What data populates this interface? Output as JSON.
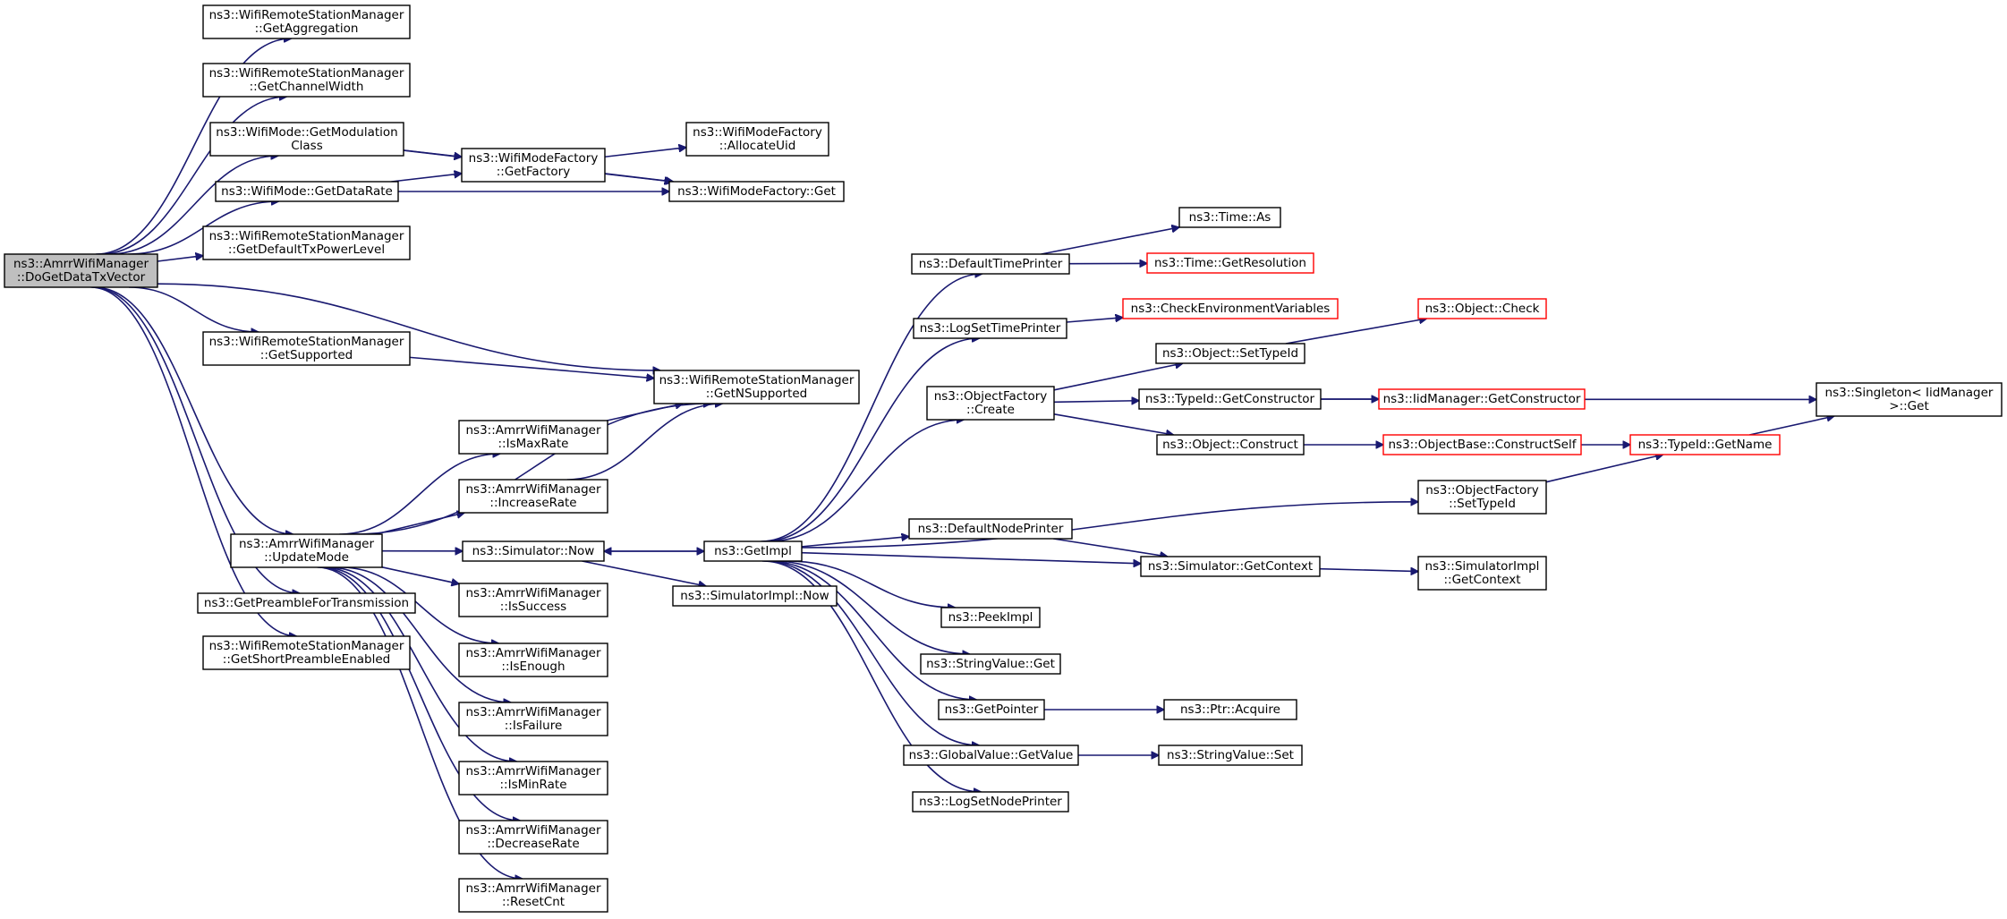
{
  "colors": {
    "edge": "#191970",
    "node_border": "#000000",
    "truncated_border": "#ff0000",
    "root_fill": "#bfbfbf",
    "node_fill": "#ffffff"
  },
  "nodes": {
    "doGetDataTxVector": {
      "lines": [
        "ns3::AmrrWifiManager",
        "::DoGetDataTxVector"
      ],
      "style": "root"
    },
    "getAggregation": {
      "lines": [
        "ns3::WifiRemoteStationManager",
        "::GetAggregation"
      ]
    },
    "getChannelWidth": {
      "lines": [
        "ns3::WifiRemoteStationManager",
        "::GetChannelWidth"
      ]
    },
    "getModulationClass": {
      "lines": [
        "ns3::WifiMode::GetModulation",
        "Class"
      ]
    },
    "getDataRate": {
      "lines": [
        "ns3::WifiMode::GetDataRate"
      ]
    },
    "getDefaultTxPowerLevel": {
      "lines": [
        "ns3::WifiRemoteStationManager",
        "::GetDefaultTxPowerLevel"
      ]
    },
    "getSupported": {
      "lines": [
        "ns3::WifiRemoteStationManager",
        "::GetSupported"
      ]
    },
    "updateMode": {
      "lines": [
        "ns3::AmrrWifiManager",
        "::UpdateMode"
      ]
    },
    "getPreamble": {
      "lines": [
        "ns3::GetPreambleForTransmission"
      ]
    },
    "getShortPreamble": {
      "lines": [
        "ns3::WifiRemoteStationManager",
        "::GetShortPreambleEnabled"
      ]
    },
    "getFactory": {
      "lines": [
        "ns3::WifiModeFactory",
        "::GetFactory"
      ]
    },
    "allocateUid": {
      "lines": [
        "ns3::WifiModeFactory",
        "::AllocateUid"
      ]
    },
    "wifiModeFactoryGet": {
      "lines": [
        "ns3::WifiModeFactory::Get"
      ]
    },
    "getNSupported": {
      "lines": [
        "ns3::WifiRemoteStationManager",
        "::GetNSupported"
      ]
    },
    "isMaxRate": {
      "lines": [
        "ns3::AmrrWifiManager",
        "::IsMaxRate"
      ]
    },
    "increaseRate": {
      "lines": [
        "ns3::AmrrWifiManager",
        "::IncreaseRate"
      ]
    },
    "simulatorNow": {
      "lines": [
        "ns3::Simulator::Now"
      ]
    },
    "isSuccess": {
      "lines": [
        "ns3::AmrrWifiManager",
        "::IsSuccess"
      ]
    },
    "isEnough": {
      "lines": [
        "ns3::AmrrWifiManager",
        "::IsEnough"
      ]
    },
    "isFailure": {
      "lines": [
        "ns3::AmrrWifiManager",
        "::IsFailure"
      ]
    },
    "isMinRate": {
      "lines": [
        "ns3::AmrrWifiManager",
        "::IsMinRate"
      ]
    },
    "decreaseRate": {
      "lines": [
        "ns3::AmrrWifiManager",
        "::DecreaseRate"
      ]
    },
    "resetCnt": {
      "lines": [
        "ns3::AmrrWifiManager",
        "::ResetCnt"
      ]
    },
    "getImpl": {
      "lines": [
        "ns3::GetImpl"
      ]
    },
    "simulatorImplNow": {
      "lines": [
        "ns3::SimulatorImpl::Now"
      ]
    },
    "defaultTimePrinter": {
      "lines": [
        "ns3::DefaultTimePrinter"
      ]
    },
    "logSetTimePrinter": {
      "lines": [
        "ns3::LogSetTimePrinter"
      ]
    },
    "objectFactoryCreate": {
      "lines": [
        "ns3::ObjectFactory",
        "::Create"
      ]
    },
    "defaultNodePrinter": {
      "lines": [
        "ns3::DefaultNodePrinter"
      ]
    },
    "peekImpl": {
      "lines": [
        "ns3::PeekImpl"
      ]
    },
    "stringValueGet": {
      "lines": [
        "ns3::StringValue::Get"
      ]
    },
    "getPointer": {
      "lines": [
        "ns3::GetPointer"
      ]
    },
    "globalValueGetValue": {
      "lines": [
        "ns3::GlobalValue::GetValue"
      ]
    },
    "logSetNodePrinter": {
      "lines": [
        "ns3::LogSetNodePrinter"
      ]
    },
    "timeAs": {
      "lines": [
        "ns3::Time::As"
      ]
    },
    "timeGetResolution": {
      "lines": [
        "ns3::Time::GetResolution"
      ],
      "style": "truncated"
    },
    "checkEnvVars": {
      "lines": [
        "ns3::CheckEnvironmentVariables"
      ],
      "style": "truncated"
    },
    "objectSetTypeId": {
      "lines": [
        "ns3::Object::SetTypeId"
      ]
    },
    "typeIdGetConstructor": {
      "lines": [
        "ns3::TypeId::GetConstructor"
      ]
    },
    "objectConstruct": {
      "lines": [
        "ns3::Object::Construct"
      ]
    },
    "objectFactorySetTypeId": {
      "lines": [
        "ns3::ObjectFactory",
        "::SetTypeId"
      ]
    },
    "simulatorGetContext": {
      "lines": [
        "ns3::Simulator::GetContext"
      ]
    },
    "ptrAcquire": {
      "lines": [
        "ns3::Ptr::Acquire"
      ]
    },
    "stringValueSet": {
      "lines": [
        "ns3::StringValue::Set"
      ]
    },
    "objectCheck": {
      "lines": [
        "ns3::Object::Check"
      ],
      "style": "truncated"
    },
    "iidGetConstructor": {
      "lines": [
        "ns3::IidManager::GetConstructor"
      ],
      "style": "truncated"
    },
    "objectBaseConstructSelf": {
      "lines": [
        "ns3::ObjectBase::ConstructSelf"
      ],
      "style": "truncated"
    },
    "typeIdGetName": {
      "lines": [
        "ns3::TypeId::GetName"
      ],
      "style": "truncated"
    },
    "simImplGetContext": {
      "lines": [
        "ns3::SimulatorImpl",
        "::GetContext"
      ]
    },
    "singletonGet": {
      "lines": [
        "ns3::Singleton< IidManager",
        " >::Get"
      ]
    }
  },
  "edges": [
    [
      "doGetDataTxVector",
      "getAggregation"
    ],
    [
      "doGetDataTxVector",
      "getChannelWidth"
    ],
    [
      "doGetDataTxVector",
      "getModulationClass"
    ],
    [
      "doGetDataTxVector",
      "getDataRate"
    ],
    [
      "doGetDataTxVector",
      "getDefaultTxPowerLevel"
    ],
    [
      "doGetDataTxVector",
      "getNSupported"
    ],
    [
      "doGetDataTxVector",
      "getSupported"
    ],
    [
      "doGetDataTxVector",
      "updateMode"
    ],
    [
      "doGetDataTxVector",
      "getPreamble"
    ],
    [
      "doGetDataTxVector",
      "getShortPreamble"
    ],
    [
      "getModulationClass",
      "getFactory"
    ],
    [
      "getModulationClass",
      "wifiModeFactoryGet"
    ],
    [
      "getDataRate",
      "getFactory"
    ],
    [
      "getDataRate",
      "wifiModeFactoryGet"
    ],
    [
      "getFactory",
      "allocateUid"
    ],
    [
      "getFactory",
      "wifiModeFactoryGet"
    ],
    [
      "getSupported",
      "getNSupported"
    ],
    [
      "updateMode",
      "getNSupported"
    ],
    [
      "updateMode",
      "isMaxRate"
    ],
    [
      "updateMode",
      "increaseRate"
    ],
    [
      "updateMode",
      "simulatorNow"
    ],
    [
      "updateMode",
      "isSuccess"
    ],
    [
      "updateMode",
      "isEnough"
    ],
    [
      "updateMode",
      "isFailure"
    ],
    [
      "updateMode",
      "isMinRate"
    ],
    [
      "updateMode",
      "decreaseRate"
    ],
    [
      "updateMode",
      "resetCnt"
    ],
    [
      "isMaxRate",
      "getNSupported"
    ],
    [
      "increaseRate",
      "getNSupported"
    ],
    [
      "simulatorNow",
      "getImpl"
    ],
    [
      "simulatorNow",
      "simulatorImplNow"
    ],
    [
      "getImpl",
      "simulatorNow"
    ],
    [
      "getImpl",
      "defaultTimePrinter"
    ],
    [
      "getImpl",
      "logSetTimePrinter"
    ],
    [
      "getImpl",
      "objectFactoryCreate"
    ],
    [
      "getImpl",
      "objectFactorySetTypeId"
    ],
    [
      "getImpl",
      "defaultNodePrinter"
    ],
    [
      "getImpl",
      "simulatorGetContext"
    ],
    [
      "getImpl",
      "peekImpl"
    ],
    [
      "getImpl",
      "stringValueGet"
    ],
    [
      "getImpl",
      "getPointer"
    ],
    [
      "getImpl",
      "globalValueGetValue"
    ],
    [
      "getImpl",
      "logSetNodePrinter"
    ],
    [
      "defaultTimePrinter",
      "timeAs"
    ],
    [
      "defaultTimePrinter",
      "timeGetResolution"
    ],
    [
      "logSetTimePrinter",
      "checkEnvVars"
    ],
    [
      "objectFactoryCreate",
      "objectSetTypeId"
    ],
    [
      "objectFactoryCreate",
      "typeIdGetConstructor"
    ],
    [
      "objectFactoryCreate",
      "objectConstruct"
    ],
    [
      "objectSetTypeId",
      "objectCheck"
    ],
    [
      "typeIdGetConstructor",
      "iidGetConstructor"
    ],
    [
      "typeIdGetConstructor",
      "singletonGet"
    ],
    [
      "objectConstruct",
      "objectBaseConstructSelf"
    ],
    [
      "objectBaseConstructSelf",
      "typeIdGetName"
    ],
    [
      "objectFactorySetTypeId",
      "typeIdGetName"
    ],
    [
      "typeIdGetName",
      "singletonGet"
    ],
    [
      "defaultNodePrinter",
      "simulatorGetContext"
    ],
    [
      "simulatorGetContext",
      "simImplGetContext"
    ],
    [
      "getPointer",
      "ptrAcquire"
    ],
    [
      "globalValueGetValue",
      "stringValueSet"
    ]
  ]
}
